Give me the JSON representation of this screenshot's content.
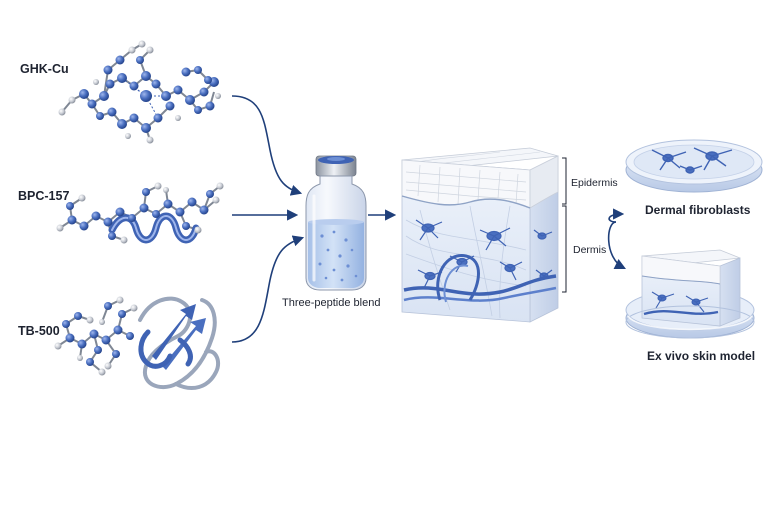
{
  "peptides": [
    {
      "label": "GHK-Cu"
    },
    {
      "label": "BPC-157"
    },
    {
      "label": "TB-500"
    }
  ],
  "vial": {
    "label": "Three-peptide blend"
  },
  "skin_layers": [
    {
      "label": "Epidermis"
    },
    {
      "label": "Dermis"
    }
  ],
  "outputs": [
    {
      "label": "Dermal fibroblasts"
    },
    {
      "label": "Ex vivo skin model"
    }
  ],
  "colors": {
    "accent_blue": "#3f63b4",
    "arrow_navy": "#1f3f7a",
    "atom_gray": "#b9bec8",
    "text": "#1e2330"
  }
}
